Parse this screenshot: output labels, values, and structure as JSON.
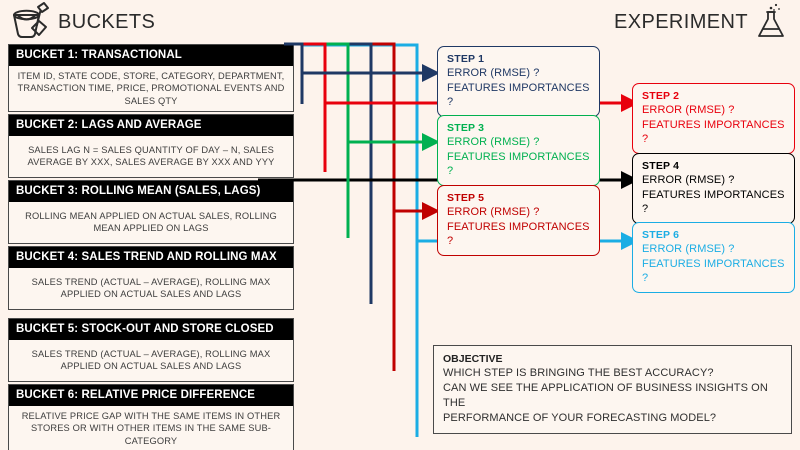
{
  "header": {
    "left_title": "BUCKETS",
    "right_title": "EXPERIMENT",
    "left_icon": "bucket-and-spade-icon",
    "right_icon": "erlenmeyer-flask-icon"
  },
  "buckets": [
    {
      "title": "BUCKET 1: TRANSACTIONAL",
      "body": "ITEM ID, STATE CODE, STORE, CATEGORY, DEPARTMENT, TRANSACTION TIME, PRICE, PROMOTIONAL EVENTS AND SALES QTY"
    },
    {
      "title": "BUCKET 2: LAGS AND AVERAGE",
      "body": "SALES LAG N = SALES QUANTITY OF DAY – N,  SALES AVERAGE BY XXX, SALES AVERAGE BY XXX AND YYY"
    },
    {
      "title": "BUCKET 3: ROLLING MEAN (SALES, LAGS)",
      "body": "ROLLING MEAN APPLIED ON ACTUAL SALES, ROLLING MEAN APPLIED ON LAGS"
    },
    {
      "title": "BUCKET 4: SALES TREND AND ROLLING MAX",
      "body": "SALES TREND (ACTUAL – AVERAGE), ROLLING MAX APPLIED ON ACTUAL SALES AND LAGS"
    },
    {
      "title": "BUCKET 5: STOCK-OUT AND STORE CLOSED",
      "body": "SALES TREND (ACTUAL – AVERAGE), ROLLING MAX APPLIED ON ACTUAL SALES AND LAGS"
    },
    {
      "title": "BUCKET 6: RELATIVE PRICE DIFFERENCE",
      "body": "RELATIVE PRICE GAP WITH THE SAME ITEMS IN OTHER STORES OR WITH OTHER ITEMS IN THE SAME SUB-CATEGORY"
    }
  ],
  "steps": [
    {
      "title": "STEP 1",
      "line1": "ERROR (RMSE) ?",
      "line2": "FEATURES IMPORTANCES ?",
      "color": "#1F3864"
    },
    {
      "title": "STEP 2",
      "line1": "ERROR (RMSE) ?",
      "line2": "FEATURES IMPORTANCES ?",
      "color": "#E8000D"
    },
    {
      "title": "STEP 3",
      "line1": "ERROR (RMSE) ?",
      "line2": "FEATURES IMPORTANCES ?",
      "color": "#00B050"
    },
    {
      "title": "STEP 4",
      "line1": "ERROR (RMSE) ?",
      "line2": "FEATURES IMPORTANCES ?",
      "color": "#000000"
    },
    {
      "title": "STEP 5",
      "line1": "ERROR (RMSE) ?",
      "line2": "FEATURES IMPORTANCES ?",
      "color": "#C00000"
    },
    {
      "title": "STEP 6",
      "line1": "ERROR (RMSE) ?",
      "line2": "FEATURES IMPORTANCES ?",
      "color": "#1BADE4"
    }
  ],
  "objective": {
    "title": "OBJECTIVE",
    "line1": "WHICH STEP IS BRINGING THE BEST ACCURACY?",
    "line2": "CAN WE SEE THE APPLICATION OF BUSINESS INSIGHTS ON THE",
    "line3": "PERFORMANCE OF YOUR FORECASTING MODEL?"
  },
  "colors": {
    "background": "#FDF3EC",
    "bucket_header_bg": "#000000",
    "navy": "#1F3864",
    "red": "#E8000D",
    "green": "#00B050",
    "black": "#000000",
    "dark_red": "#C00000",
    "cyan": "#1BADE4"
  }
}
